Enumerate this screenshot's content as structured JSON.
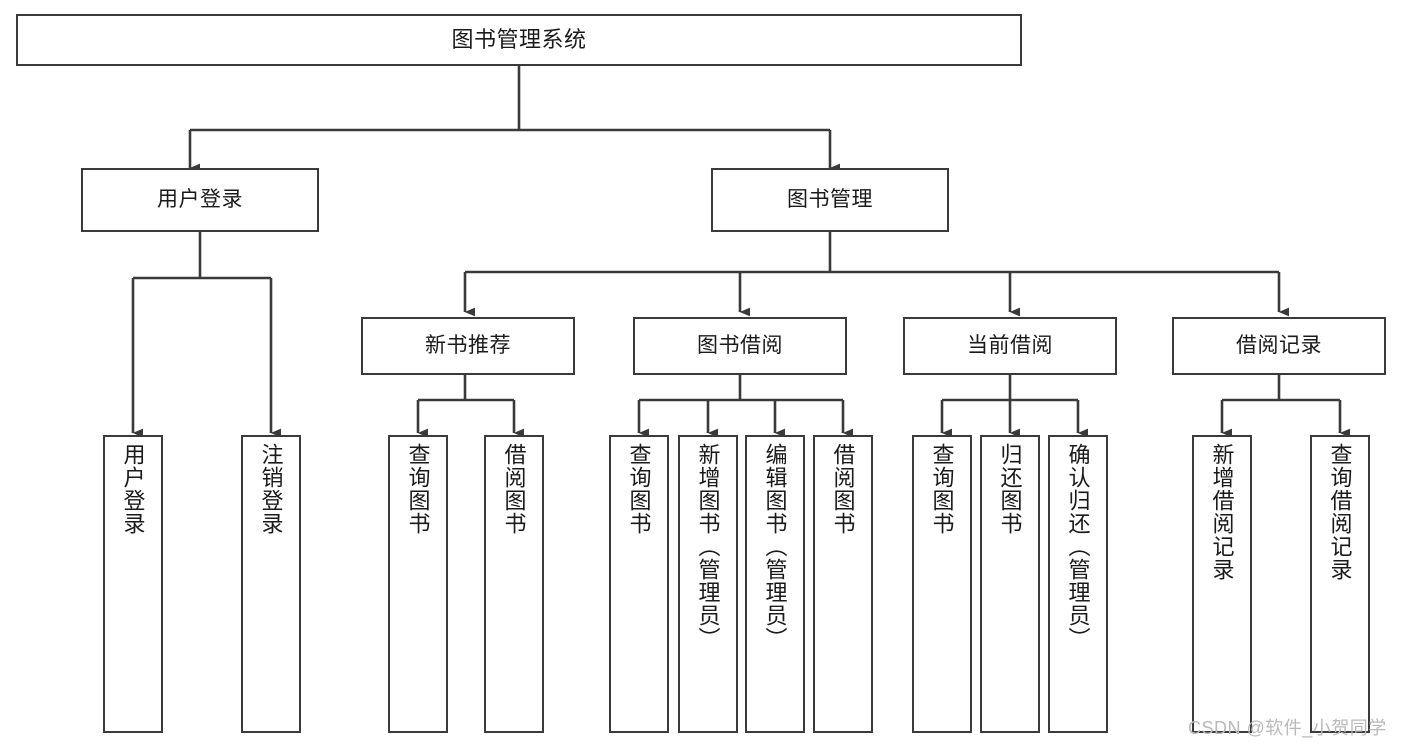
{
  "diagram": {
    "type": "tree-hierarchy",
    "title": "图书管理系统",
    "watermark": "CSDN @软件_小贺同学",
    "colors": {
      "box_border": "#3a3a3a",
      "box_fill": "#ffffff",
      "edge": "#3a3a3a",
      "text": "#1a1a1a",
      "watermark": "#b9b9b9",
      "background": "#ffffff"
    },
    "root": {
      "label": "图书管理系统"
    },
    "level2": [
      {
        "label": "用户登录"
      },
      {
        "label": "图书管理"
      }
    ],
    "level3": [
      {
        "label": "新书推荐"
      },
      {
        "label": "图书借阅"
      },
      {
        "label": "当前借阅"
      },
      {
        "label": "借阅记录"
      }
    ],
    "leaves": {
      "user_login": [
        {
          "label": "用户登录"
        },
        {
          "label": "注销登录"
        }
      ],
      "new_book_recommend": [
        {
          "label": "查询图书"
        },
        {
          "label": "借阅图书"
        }
      ],
      "book_borrow": [
        {
          "label": "查询图书"
        },
        {
          "label": "新增图书（管理员）"
        },
        {
          "label": "编辑图书（管理员）"
        },
        {
          "label": "借阅图书"
        }
      ],
      "current_borrow": [
        {
          "label": "查询图书"
        },
        {
          "label": "归还图书"
        },
        {
          "label": "确认归还（管理员）"
        }
      ],
      "borrow_record": [
        {
          "label": "新增借阅记录"
        },
        {
          "label": "查询借阅记录"
        }
      ]
    }
  }
}
